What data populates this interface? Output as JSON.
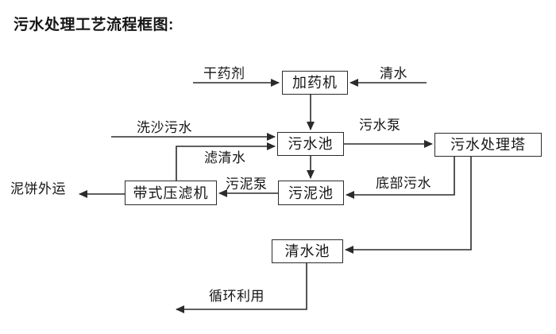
{
  "title": "污水处理工艺流程框图:",
  "colors": {
    "background": "#ffffff",
    "line": "#2b2b2b",
    "text": "#161616"
  },
  "nodes": {
    "dosing_machine": {
      "label": "加药机"
    },
    "sewage_pool": {
      "label": "污水池"
    },
    "treatment_tower": {
      "label": "污水处理塔"
    },
    "belt_filter_press": {
      "label": "带式压滤机"
    },
    "sludge_pool": {
      "label": "污泥池"
    },
    "clean_water_pool": {
      "label": "清水池"
    }
  },
  "labels": {
    "dry_chemical": "干药剂",
    "clean_water": "清水",
    "sand_washing_sewage": "洗沙污水",
    "sewage_pump": "污水泵",
    "filtered_water": "滤清水",
    "bottom_sewage": "底部污水",
    "sludge_pump": "污泥泵",
    "mud_cake_out": "泥饼外运",
    "recycle_use": "循环利用"
  },
  "edges": [
    {
      "from": "dry_chemical",
      "to": "dosing_machine",
      "label": "干药剂"
    },
    {
      "from": "clean_water",
      "to": "dosing_machine",
      "label": "清水"
    },
    {
      "from": "dosing_machine",
      "to": "sewage_pool",
      "label": ""
    },
    {
      "from": "sand_washing_sewage",
      "to": "sewage_pool",
      "label": "洗沙污水"
    },
    {
      "from": "belt_filter_press",
      "to": "sewage_pool",
      "label": "滤清水"
    },
    {
      "from": "sewage_pool",
      "to": "treatment_tower",
      "label": "污水泵"
    },
    {
      "from": "sewage_pool",
      "to": "sludge_pool",
      "label": ""
    },
    {
      "from": "treatment_tower",
      "to": "sludge_pool",
      "label": "底部污水"
    },
    {
      "from": "sludge_pool",
      "to": "belt_filter_press",
      "label": "污泥泵"
    },
    {
      "from": "belt_filter_press",
      "to": "mud_cake_out",
      "label": "泥饼外运"
    },
    {
      "from": "treatment_tower",
      "to": "clean_water_pool",
      "label": ""
    },
    {
      "from": "clean_water_pool",
      "to": "recycle_use",
      "label": "循环利用"
    }
  ]
}
